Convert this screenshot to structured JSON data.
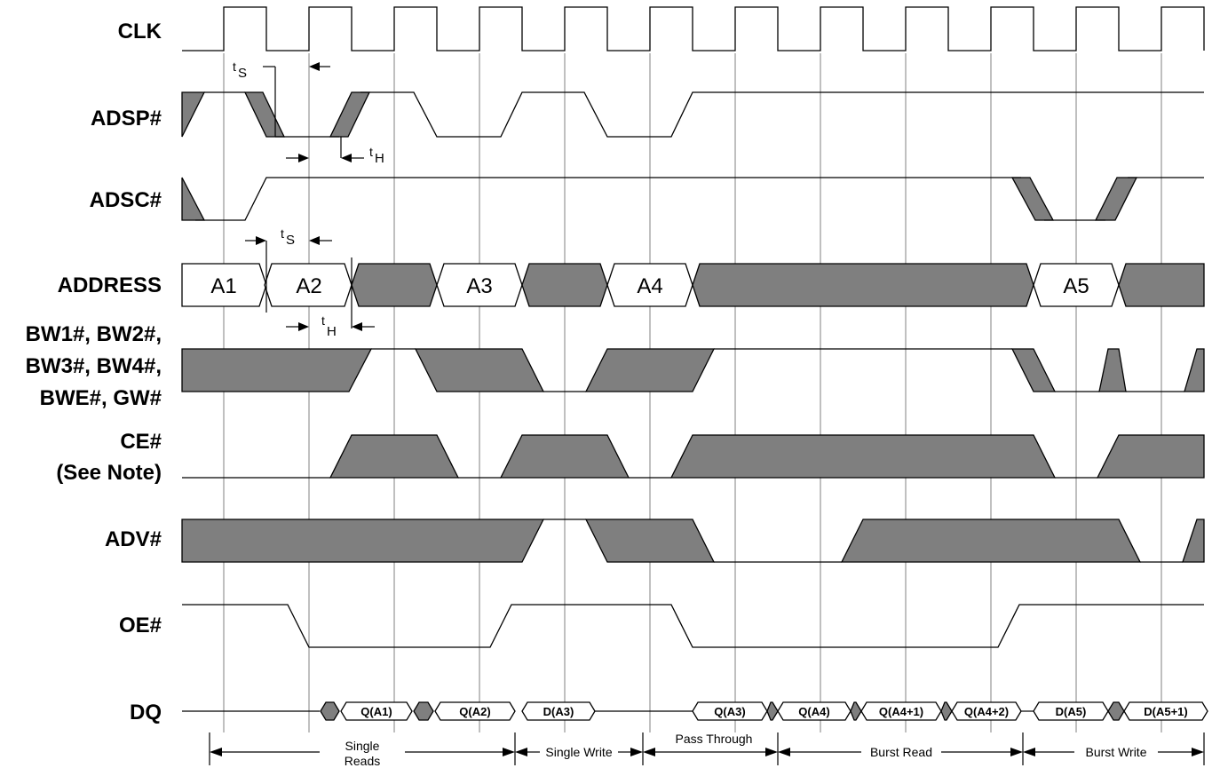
{
  "signals": {
    "clk": "CLK",
    "adsp": "ADSP#",
    "adsc": "ADSC#",
    "address": "ADDRESS",
    "bw_line1": "BW1#, BW2#,",
    "bw_line2": "BW3#, BW4#,",
    "bw_line3": "BWE#, GW#",
    "ce_line1": "CE#",
    "ce_line2": "(See Note)",
    "adv": "ADV#",
    "oe": "OE#",
    "dq": "DQ"
  },
  "timing": {
    "setup_main": "t",
    "setup_sub": "S",
    "hold_main": "t",
    "hold_sub": "H"
  },
  "address_values": [
    "A1",
    "A2",
    "A3",
    "A4",
    "A5"
  ],
  "dq_values": [
    "Q(A1)",
    "Q(A2)",
    "D(A3)",
    "Q(A3)",
    "Q(A4)",
    "Q(A4+1)",
    "Q(A4+2)",
    "D(A5)",
    "D(A5+1)"
  ],
  "phases": {
    "single_reads_1": "Single",
    "single_reads_2": "Reads",
    "single_write": "Single Write",
    "pass_through": "Pass Through",
    "burst_read": "Burst Read",
    "burst_write": "Burst Write"
  },
  "colors": {
    "dont_care_fill": "#7f7f7f",
    "line": "#000000",
    "background": "#ffffff"
  }
}
